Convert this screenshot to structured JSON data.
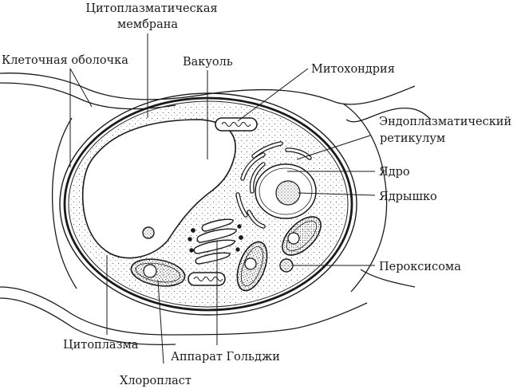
{
  "labels": {
    "cytoplasmic_membrane_line1": "Цитоплазматическая",
    "cytoplasmic_membrane_line2": "мембрана",
    "cell_wall": "Клеточная оболочка",
    "vacuole": "Вакуоль",
    "mitochondrion": "Митохондрия",
    "er_line1": "Эндоплазматический",
    "er_line2": "ретикулум",
    "nucleus": "Ядро",
    "nucleolus": "Ядрышко",
    "peroxisome": "Пероксисома",
    "cytoplasm": "Цитоплазма",
    "golgi": "Аппарат Гольджи",
    "chloroplast": "Хлоропласт"
  },
  "colors": {
    "ink": "#1a1a1a",
    "background": "#ffffff"
  }
}
